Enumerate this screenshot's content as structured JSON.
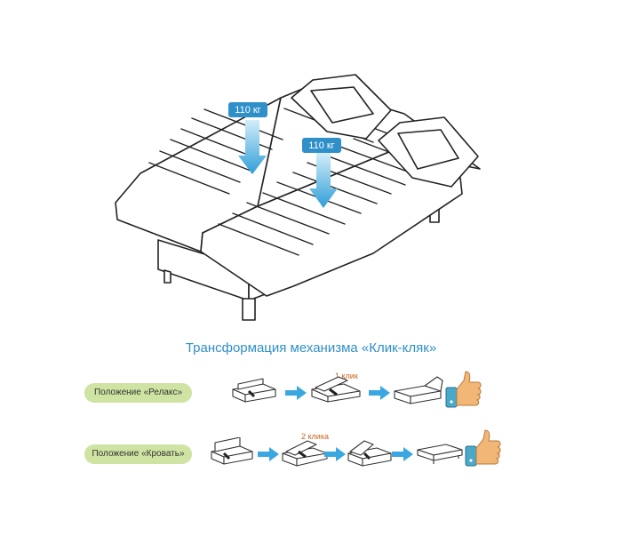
{
  "weights": {
    "left": "110 кг",
    "right": "110 кг"
  },
  "title": "Трансформация механизма «Клик-кляк»",
  "rows": [
    {
      "label": "Положение «Релакс»",
      "click_label": "1 клик"
    },
    {
      "label": "Положение «Кровать»",
      "click_label": "2 клика"
    }
  ],
  "colors": {
    "accent_blue": "#2f8fc9",
    "arrow_blue": "#3ba7e0",
    "pill_green": "#cfe3a3",
    "click_orange": "#c8621f",
    "skin": "#f2b777",
    "sleeve": "#4aa8c9"
  },
  "icons": [
    "sofa-bed-icon",
    "pillow-icon",
    "weight-arrow-icon",
    "right-arrow-icon",
    "thumbs-up-icon"
  ]
}
